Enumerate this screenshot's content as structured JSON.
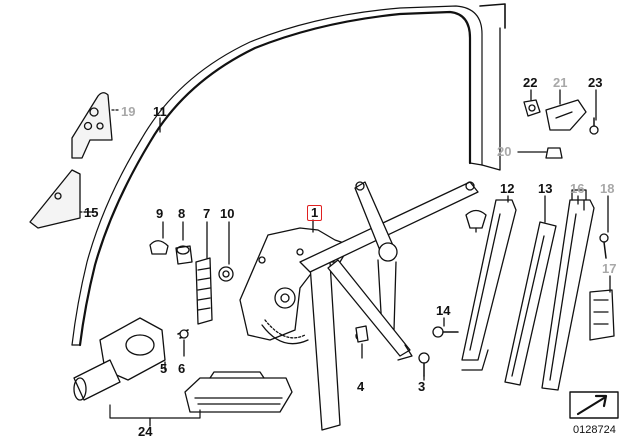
{
  "diagram": {
    "highlight_color": "#e02020",
    "ink_color": "#111111",
    "secondary_label_color": "#a8a8a8",
    "labels": {
      "l1": "1",
      "l3": "3",
      "l4": "4",
      "l5": "5",
      "l6": "6",
      "l7": "7",
      "l8": "8",
      "l9": "9",
      "l10": "10",
      "l11": "11",
      "l12": "12",
      "l13": "13",
      "l14": "14",
      "l15": "15",
      "l16": "16",
      "l17": "17",
      "l18": "18",
      "l19": "19",
      "l20": "20",
      "l21": "21",
      "l22": "22",
      "l23": "23",
      "l24": "24"
    },
    "diagram_id": "0128724",
    "icons": [
      "arrow-icon"
    ]
  }
}
